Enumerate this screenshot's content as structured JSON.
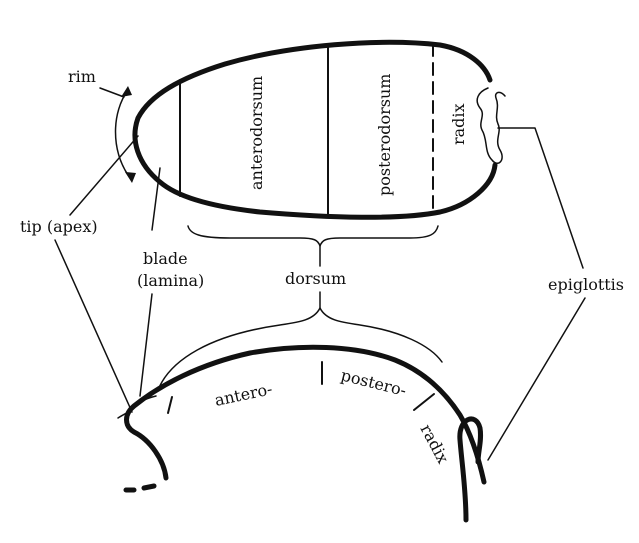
{
  "labels": {
    "rim": "rim",
    "tip": "tip (apex)",
    "blade_line1": "blade",
    "blade_line2": "(lamina)",
    "dorsum": "dorsum",
    "epiglottis": "epiglottis",
    "anterodorsum": "anterodorsum",
    "posterodorsum": "posterodorsum",
    "radix_top": "radix",
    "antero": "antero-",
    "postero": "postero-",
    "radix_side": "radix"
  }
}
